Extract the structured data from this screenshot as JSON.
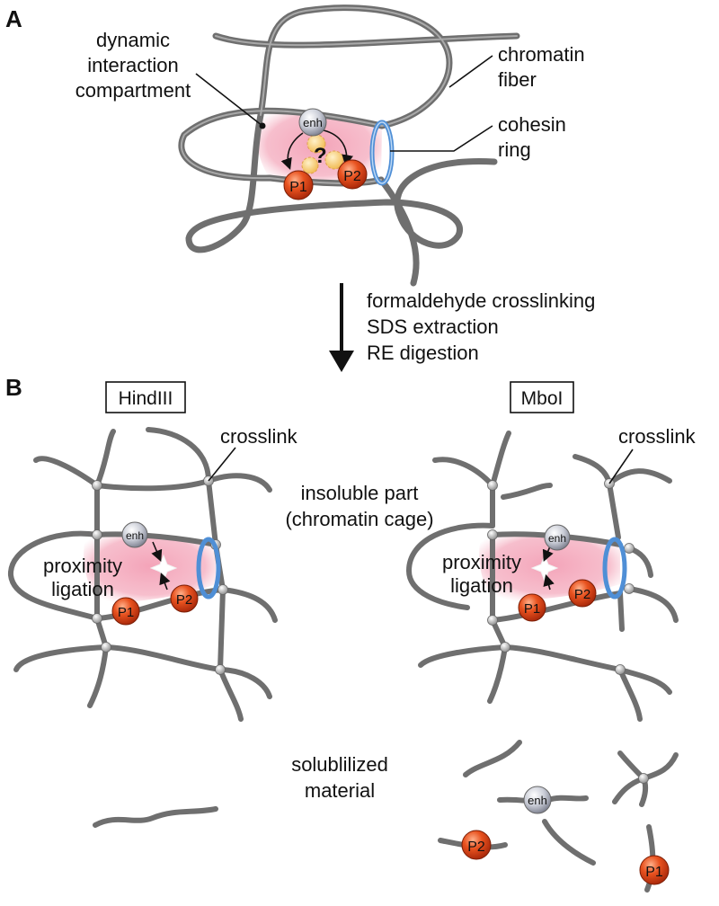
{
  "panels": {
    "a": "A",
    "b": "B"
  },
  "panel_a": {
    "compartment_label": [
      "dynamic",
      "interaction",
      "compartment"
    ],
    "fiber_label": [
      "chromatin",
      "fiber"
    ],
    "cohesin_label": [
      "cohesin",
      "ring"
    ],
    "enh": "enh",
    "p1": "P1",
    "p2": "P2",
    "question": "?"
  },
  "steps": [
    "formaldehyde crosslinking",
    "SDS extraction",
    "RE digestion"
  ],
  "panel_b": {
    "hind": {
      "enzyme": "HindIII",
      "crosslink": "crosslink",
      "ligation": [
        "proximity",
        "ligation"
      ],
      "enh": "enh",
      "p1": "P1",
      "p2": "P2"
    },
    "mbo": {
      "enzyme": "MboI",
      "crosslink": "crosslink",
      "ligation": [
        "proximity",
        "ligation"
      ],
      "enh": "enh",
      "p1": "P1",
      "p2": "P2"
    },
    "insoluble_label": [
      "insoluble part",
      "(chromatin cage)"
    ],
    "soluble_label": [
      "solublilized",
      "material"
    ],
    "soluble_items": {
      "enh": "enh",
      "p1": "P1",
      "p2": "P2"
    }
  },
  "colors": {
    "compartment": "#f2a6b8",
    "fiber": "#6f6f6f",
    "cohesin": "#4f8fd6",
    "promoter": "#e2461c",
    "enhancer": "#c6c9d2",
    "factor": "#f6c870"
  }
}
